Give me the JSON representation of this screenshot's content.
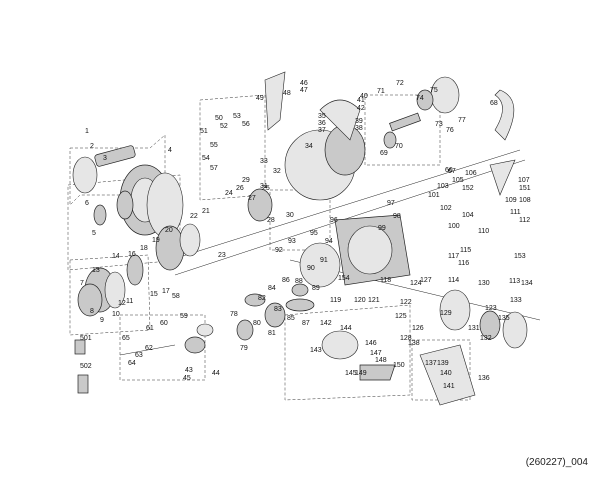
{
  "diagram_code": "(260227)_004",
  "part_numbers": [
    "1",
    "2",
    "3",
    "4",
    "5",
    "6",
    "7",
    "8",
    "9",
    "10",
    "11",
    "12",
    "13",
    "14",
    "15",
    "16",
    "17",
    "18",
    "19",
    "20",
    "21",
    "22",
    "23",
    "24",
    "25",
    "26",
    "27",
    "28",
    "29",
    "30",
    "31",
    "32",
    "33",
    "34",
    "35",
    "36",
    "37",
    "38",
    "39",
    "40",
    "41",
    "42",
    "43",
    "44",
    "45",
    "46",
    "47",
    "48",
    "49",
    "50",
    "51",
    "52",
    "53",
    "54",
    "55",
    "56",
    "57",
    "58",
    "59",
    "60",
    "61",
    "62",
    "63",
    "64",
    "65",
    "66",
    "67",
    "68",
    "69",
    "70",
    "71",
    "72",
    "73",
    "74",
    "75",
    "76",
    "77",
    "78",
    "79",
    "80",
    "81",
    "82",
    "83",
    "84",
    "85",
    "86",
    "87",
    "88",
    "89",
    "90",
    "91",
    "92",
    "93",
    "94",
    "95",
    "96",
    "97",
    "98",
    "99",
    "100",
    "101",
    "102",
    "103",
    "104",
    "105",
    "106",
    "107",
    "108",
    "109",
    "110",
    "111",
    "112",
    "113",
    "114",
    "115",
    "116",
    "117",
    "118",
    "119",
    "120",
    "121",
    "122",
    "123",
    "124",
    "125",
    "126",
    "127",
    "128",
    "129",
    "130",
    "131",
    "132",
    "133",
    "134",
    "135",
    "136",
    "137",
    "138",
    "139",
    "140",
    "141",
    "142",
    "143",
    "144",
    "145",
    "146",
    "147",
    "148",
    "149",
    "150",
    "151",
    "152",
    "153",
    "154",
    "501",
    "502"
  ]
}
